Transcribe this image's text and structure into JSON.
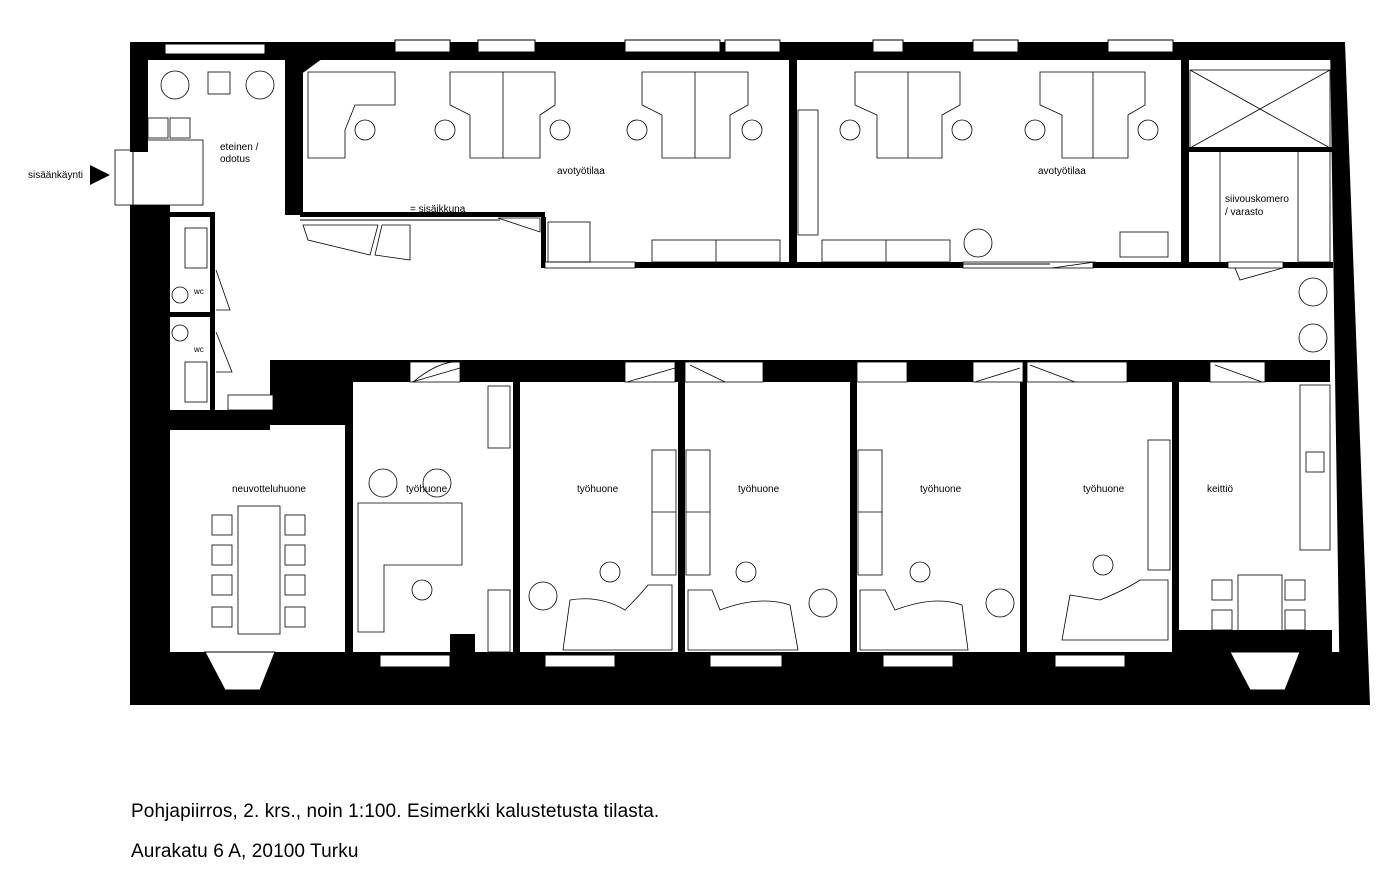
{
  "plan": {
    "entrance_label": "sisäänkäynti",
    "rooms": {
      "lobby": "eteinen /",
      "lobby_2": "odotus",
      "open_office_1": "avotyötilaa",
      "open_office_2": "avotyötilaa",
      "interior_window": "= sisäikkuna",
      "storage": "siivouskomero",
      "storage_2": "/ varasto",
      "wc_1": "wc",
      "wc_2": "wc",
      "meeting_room": "neuvotteluhuone",
      "office_1": "työhuone",
      "office_2": "työhuone",
      "office_3": "työhuone",
      "office_4": "työhuone",
      "office_5": "työhuone",
      "kitchen": "keittiö"
    }
  },
  "caption": {
    "line1": "Pohjapiirros, 2. krs., noin 1:100. Esimerkki kalustetusta tilasta.",
    "line2": "Aurakatu 6 A, 20100 Turku"
  }
}
